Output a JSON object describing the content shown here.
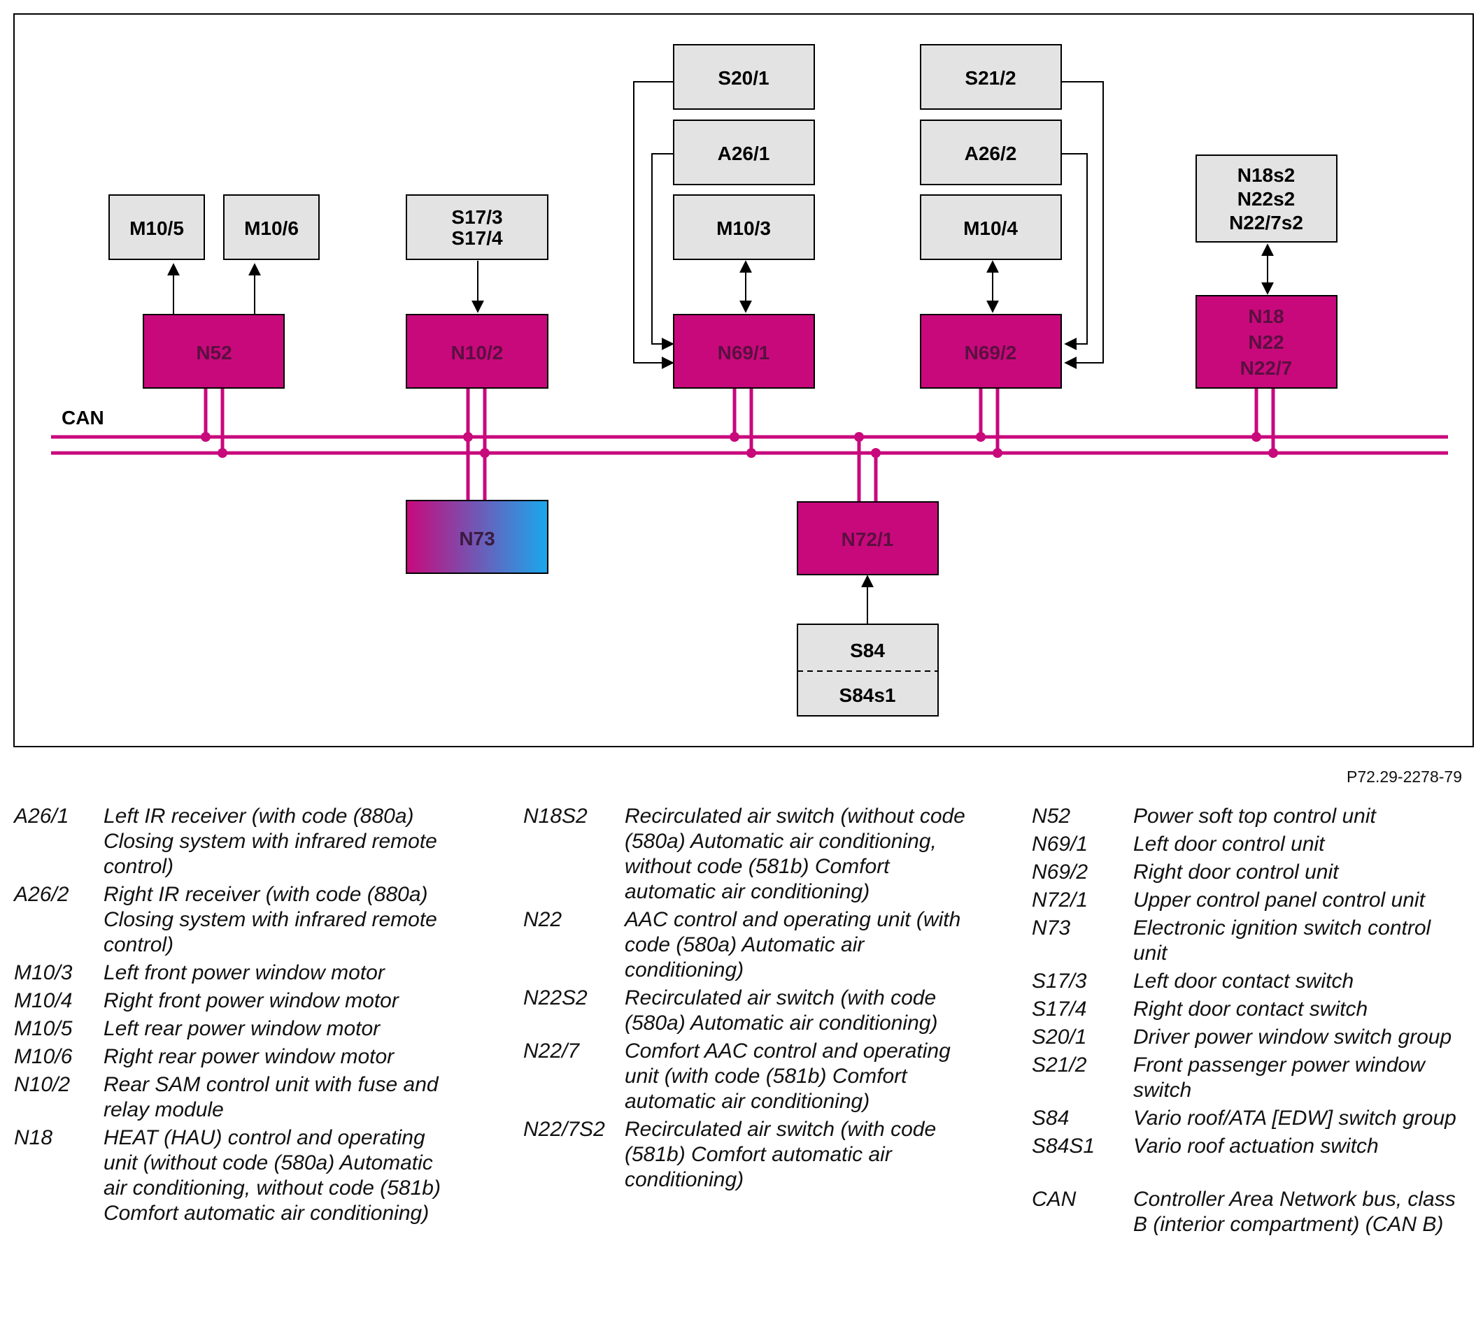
{
  "colors": {
    "control_unit_fill": "#c8097c",
    "device_fill": "#e3e3e3",
    "bus": "#c8097c",
    "n73_gradient_start": "#c8097c",
    "n73_gradient_end": "#19a8ee"
  },
  "diagram": {
    "bus_label": "CAN",
    "nodes": {
      "m10_5": "M10/5",
      "m10_6": "M10/6",
      "n52": "N52",
      "s17_3": "S17/3",
      "s17_4": "S17/4",
      "n10_2": "N10/2",
      "n73": "N73",
      "s20_1": "S20/1",
      "a26_1": "A26/1",
      "m10_3": "M10/3",
      "n69_1": "N69/1",
      "s21_2": "S21/2",
      "a26_2": "A26/2",
      "m10_4": "M10/4",
      "n69_2": "N69/2",
      "n72_1": "N72/1",
      "s84": "S84",
      "s84s1": "S84s1",
      "n18s2": "N18s2",
      "n22s2": "N22s2",
      "n22_7s2": "N22/7s2",
      "n18": "N18",
      "n22": "N22",
      "n22_7": "N22/7"
    }
  },
  "reference": "P72.29-2278-79",
  "legend": {
    "col1": [
      {
        "code": "A26/1",
        "desc": "Left IR receiver (with code (880a) Closing system with infrared remote control)"
      },
      {
        "code": "A26/2",
        "desc": "Right IR receiver (with code (880a) Closing system with infrared remote control)"
      },
      {
        "code": "M10/3",
        "desc": "Left front power window motor"
      },
      {
        "code": "M10/4",
        "desc": "Right front power window motor"
      },
      {
        "code": "M10/5",
        "desc": "Left rear power window motor"
      },
      {
        "code": "M10/6",
        "desc": "Right rear power window motor"
      },
      {
        "code": "N10/2",
        "desc": "Rear SAM control unit with fuse and relay module"
      },
      {
        "code": "N18",
        "desc": "HEAT (HAU) control and operating unit (without code (580a) Automatic air conditioning, without code (581b) Comfort automatic air conditioning)"
      }
    ],
    "col2": [
      {
        "code": "N18S2",
        "desc": "Recirculated air switch (without code (580a) Automatic air conditioning, without code (581b) Comfort automatic air conditioning)"
      },
      {
        "code": "N22",
        "desc": "AAC control and operating unit (with code (580a) Automatic air conditioning)"
      },
      {
        "code": "N22S2",
        "desc": "Recirculated air switch (with code (580a) Automatic air conditioning)"
      },
      {
        "code": "N22/7",
        "desc": "Comfort AAC control and operating unit (with code (581b) Comfort automatic air conditioning)"
      },
      {
        "code": "N22/7S2",
        "desc": "Recirculated air switch (with code (581b) Comfort automatic air conditioning)"
      }
    ],
    "col3": [
      {
        "code": "N52",
        "desc": "Power soft top control unit"
      },
      {
        "code": "N69/1",
        "desc": "Left door control unit"
      },
      {
        "code": "N69/2",
        "desc": "Right door control unit"
      },
      {
        "code": "N72/1",
        "desc": "Upper control panel control unit"
      },
      {
        "code": "N73",
        "desc": "Electronic ignition switch control unit"
      },
      {
        "code": "S17/3",
        "desc": "Left door contact switch"
      },
      {
        "code": "S17/4",
        "desc": "Right door contact switch"
      },
      {
        "code": "S20/1",
        "desc": "Driver power window switch group"
      },
      {
        "code": "S21/2",
        "desc": "Front passenger power window switch"
      },
      {
        "code": "S84",
        "desc": "Vario roof/ATA [EDW] switch group"
      },
      {
        "code": "S84S1",
        "desc": "Vario roof actuation switch"
      },
      {
        "code": "CAN",
        "desc": "Controller Area Network bus, class B (interior compartment) (CAN B)"
      }
    ]
  }
}
